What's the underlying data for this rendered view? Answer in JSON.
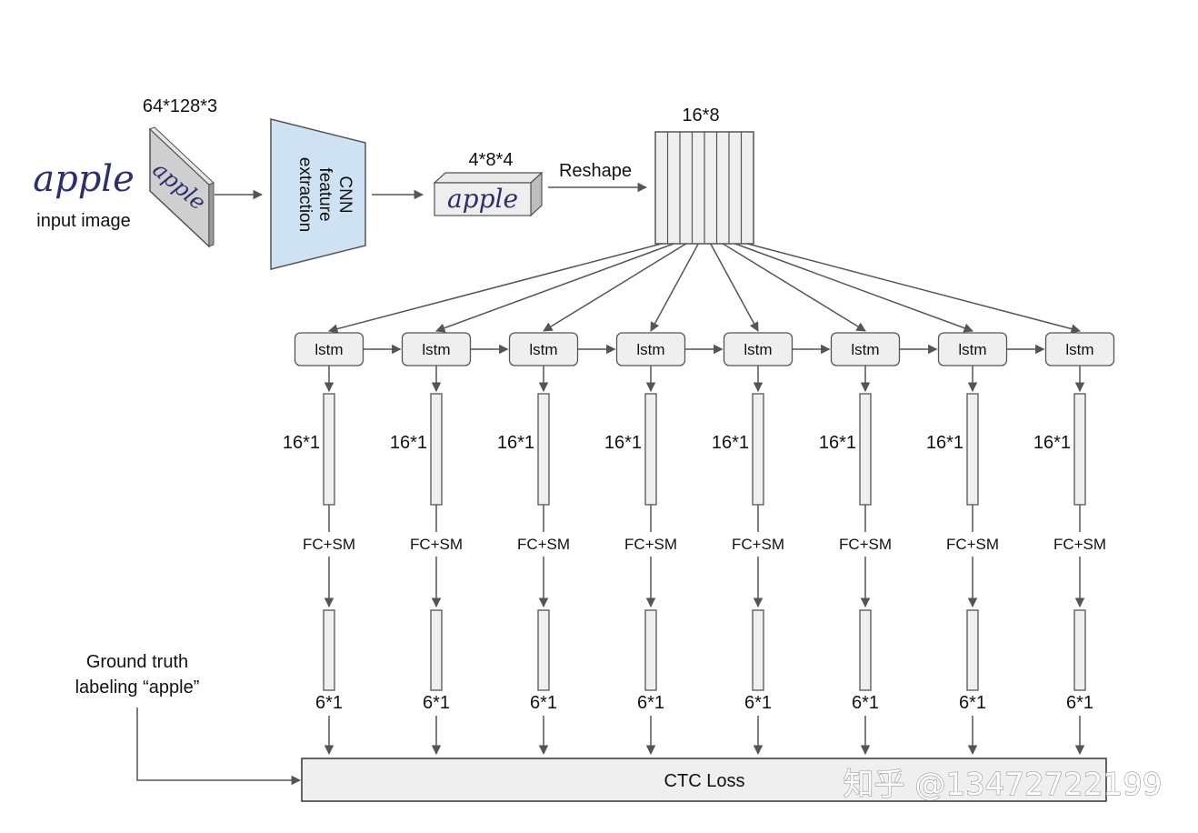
{
  "input": {
    "word": "apple",
    "label": "input image",
    "dims": "64*128*3"
  },
  "cnn": {
    "label_lines": [
      "CNN",
      "feature",
      "extraction"
    ]
  },
  "feature_map": {
    "dims": "4*8*4",
    "word": "apple"
  },
  "reshape": {
    "label": "Reshape",
    "dims": "16*8",
    "columns": 8
  },
  "timesteps": [
    {
      "lstm": "lstm",
      "hidden": "16*1",
      "fc": "FC+SM",
      "out": "6*1"
    },
    {
      "lstm": "lstm",
      "hidden": "16*1",
      "fc": "FC+SM",
      "out": "6*1"
    },
    {
      "lstm": "lstm",
      "hidden": "16*1",
      "fc": "FC+SM",
      "out": "6*1"
    },
    {
      "lstm": "lstm",
      "hidden": "16*1",
      "fc": "FC+SM",
      "out": "6*1"
    },
    {
      "lstm": "lstm",
      "hidden": "16*1",
      "fc": "FC+SM",
      "out": "6*1"
    },
    {
      "lstm": "lstm",
      "hidden": "16*1",
      "fc": "FC+SM",
      "out": "6*1"
    },
    {
      "lstm": "lstm",
      "hidden": "16*1",
      "fc": "FC+SM",
      "out": "6*1"
    },
    {
      "lstm": "lstm",
      "hidden": "16*1",
      "fc": "FC+SM",
      "out": "6*1"
    }
  ],
  "ground_truth": {
    "lines": [
      "Ground truth",
      "labeling “apple”"
    ]
  },
  "loss": {
    "label": "CTC Loss"
  },
  "watermark": {
    "text": "知乎 @13472722199"
  },
  "colors": {
    "cnn_fill": "#cfe2f3",
    "box_fill": "#efefef",
    "stroke": "#555555",
    "ink": "#2c2f6b"
  }
}
